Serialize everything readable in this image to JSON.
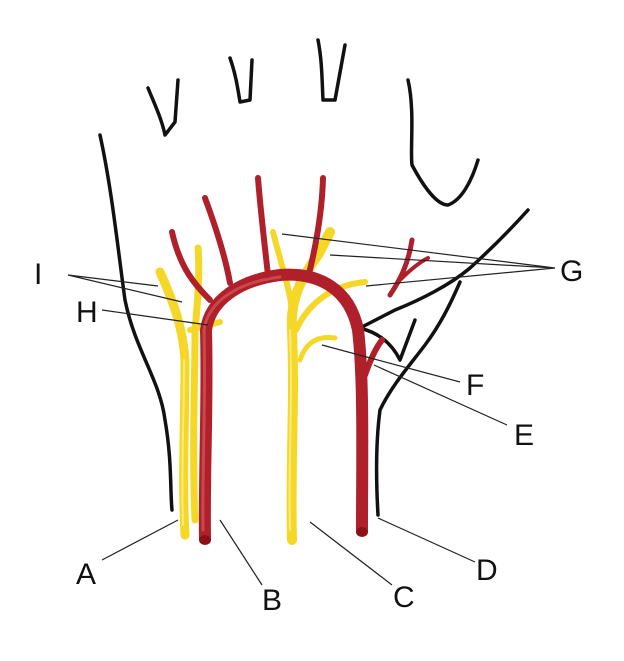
{
  "labels": {
    "A": "A",
    "B": "B",
    "C": "C",
    "D": "D",
    "E": "E",
    "F": "F",
    "G": "G",
    "H": "H",
    "I": "I"
  },
  "colors": {
    "artery": "#b0202a",
    "nerve": "#f5d728",
    "outline": "#111111"
  }
}
